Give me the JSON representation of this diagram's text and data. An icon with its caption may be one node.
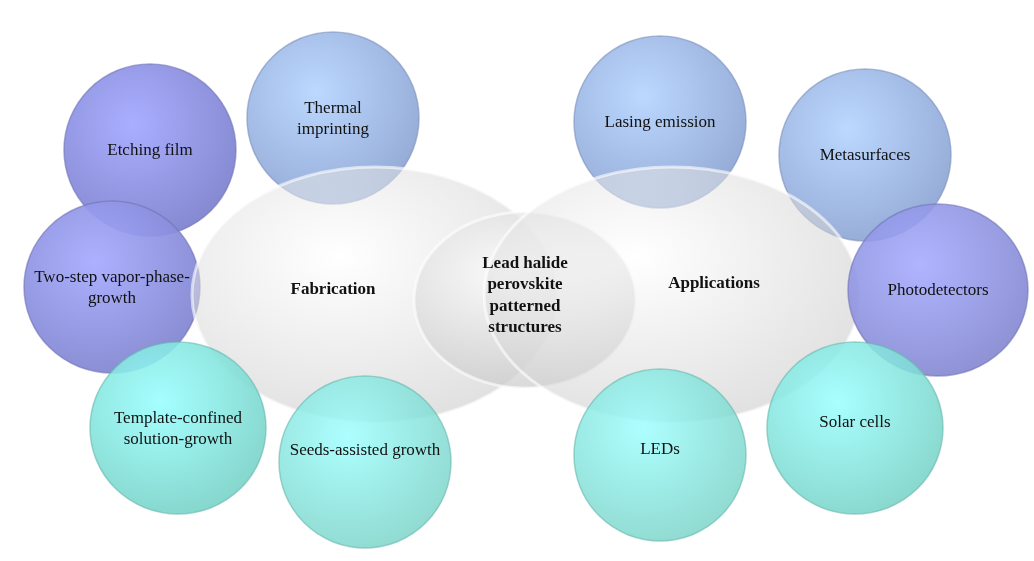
{
  "diagram": {
    "nodes": [
      {
        "text": [
          "Etching film"
        ]
      },
      {
        "text": [
          "Thermal imprinting"
        ]
      },
      {
        "text": [
          "Lasing emission"
        ]
      },
      {
        "text": [
          "Metasurfaces"
        ]
      },
      {
        "text": [
          "Two-step vapor-phase-growth"
        ]
      },
      {
        "text": [
          "Fabrication"
        ]
      },
      {
        "text": [
          "Lead halide perovskite patterned structures"
        ]
      },
      {
        "text": [
          "Applications"
        ]
      },
      {
        "text": [
          "Photodetectors"
        ]
      },
      {
        "text": [
          "Template-confined solution-growth"
        ]
      },
      {
        "text": [
          "Seeds-assisted growth"
        ]
      },
      {
        "text": [
          "LEDs"
        ]
      },
      {
        "text": [
          "Solar cells"
        ]
      }
    ]
  }
}
